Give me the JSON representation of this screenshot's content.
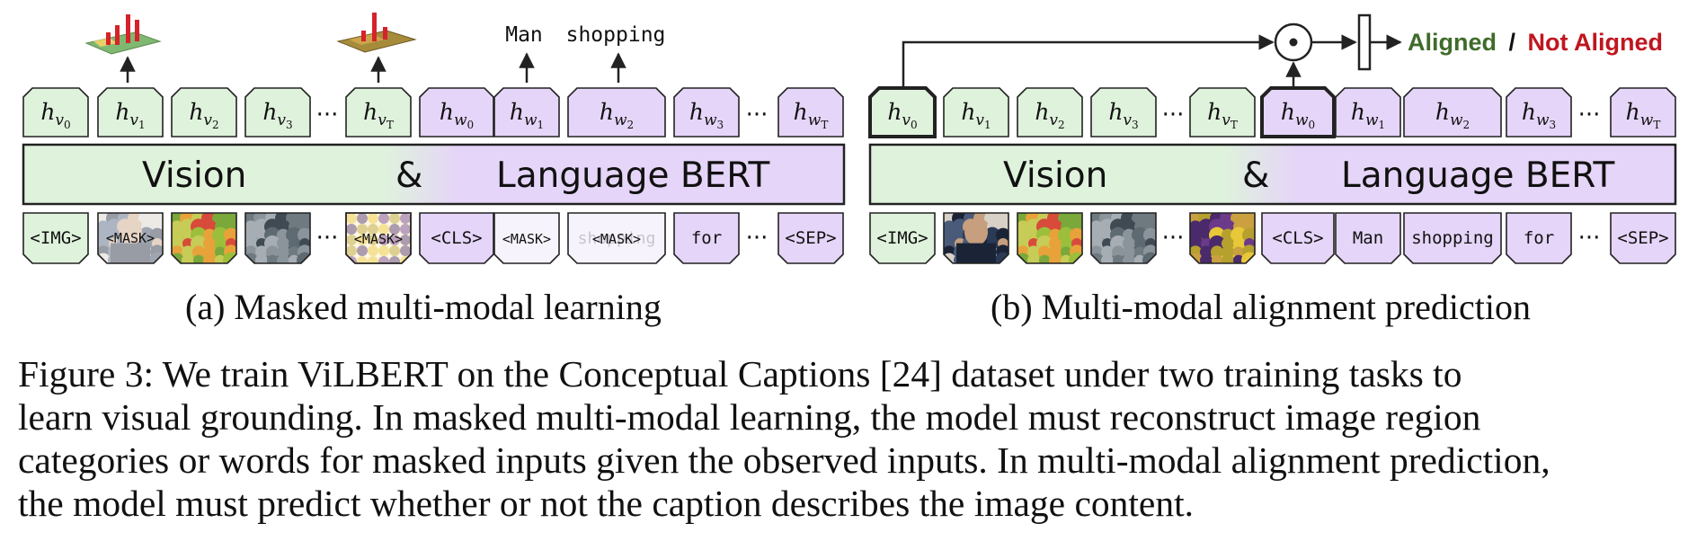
{
  "panel_a": {
    "caption": "(a) Masked multi-modal learning",
    "bert_word1": "Vision",
    "bert_amp": "&",
    "bert_word2": "Language BERT",
    "pred_text_1": "Man",
    "pred_text_2": "shopping",
    "outputs": [
      {
        "base": "h",
        "sub": "v",
        "subsub": "0"
      },
      {
        "base": "h",
        "sub": "v",
        "subsub": "1"
      },
      {
        "base": "h",
        "sub": "v",
        "subsub": "2"
      },
      {
        "base": "h",
        "sub": "v",
        "subsub": "3"
      },
      {
        "base": "h",
        "sub": "v",
        "subsub": "T"
      },
      {
        "base": "h",
        "sub": "w",
        "subsub": "0"
      },
      {
        "base": "h",
        "sub": "w",
        "subsub": "1"
      },
      {
        "base": "h",
        "sub": "w",
        "subsub": "2"
      },
      {
        "base": "h",
        "sub": "w",
        "subsub": "3"
      },
      {
        "base": "h",
        "sub": "w",
        "subsub": "T"
      }
    ],
    "inputs": [
      "<IMG>",
      "",
      "",
      "",
      "<MASK>",
      "<CLS>",
      "<MASK>",
      "<MASK>",
      "for",
      "<SEP>"
    ],
    "mask_overlay_1": "<MASK>",
    "faded_word": "shopping",
    "ellipsis": "···"
  },
  "panel_b": {
    "caption": "(b) Multi-modal alignment prediction",
    "bert_word1": "Vision",
    "bert_amp": "&",
    "bert_word2": "Language BERT",
    "label_aligned": "Aligned",
    "label_sep": "/",
    "label_not_aligned": "Not Aligned",
    "dot_symbol": "⊙",
    "outputs": [
      {
        "base": "h",
        "sub": "v",
        "subsub": "0"
      },
      {
        "base": "h",
        "sub": "v",
        "subsub": "1"
      },
      {
        "base": "h",
        "sub": "v",
        "subsub": "2"
      },
      {
        "base": "h",
        "sub": "v",
        "subsub": "3"
      },
      {
        "base": "h",
        "sub": "v",
        "subsub": "T"
      },
      {
        "base": "h",
        "sub": "w",
        "subsub": "0"
      },
      {
        "base": "h",
        "sub": "w",
        "subsub": "1"
      },
      {
        "base": "h",
        "sub": "w",
        "subsub": "2"
      },
      {
        "base": "h",
        "sub": "w",
        "subsub": "3"
      },
      {
        "base": "h",
        "sub": "w",
        "subsub": "T"
      }
    ],
    "inputs": [
      "<IMG>",
      "",
      "",
      "",
      "",
      "<CLS>",
      "Man",
      "shopping",
      "for",
      "<SEP>"
    ],
    "ellipsis": "···"
  },
  "caption_lines": [
    "Figure 3: We train ViLBERT on the Conceptual Captions [24] dataset under two training tasks to",
    "learn visual grounding. In masked multi-modal learning, the model must reconstruct image region",
    "categories or words for masked inputs given the observed inputs. In multi-modal alignment prediction,",
    "the model must predict whether or not the caption describes the image content."
  ],
  "colors": {
    "vision_fill": "#dff2dc",
    "language_fill": "#e5d5f8",
    "aligned": "#3f6b2a",
    "not_aligned": "#c0161f",
    "stroke": "#222222"
  }
}
